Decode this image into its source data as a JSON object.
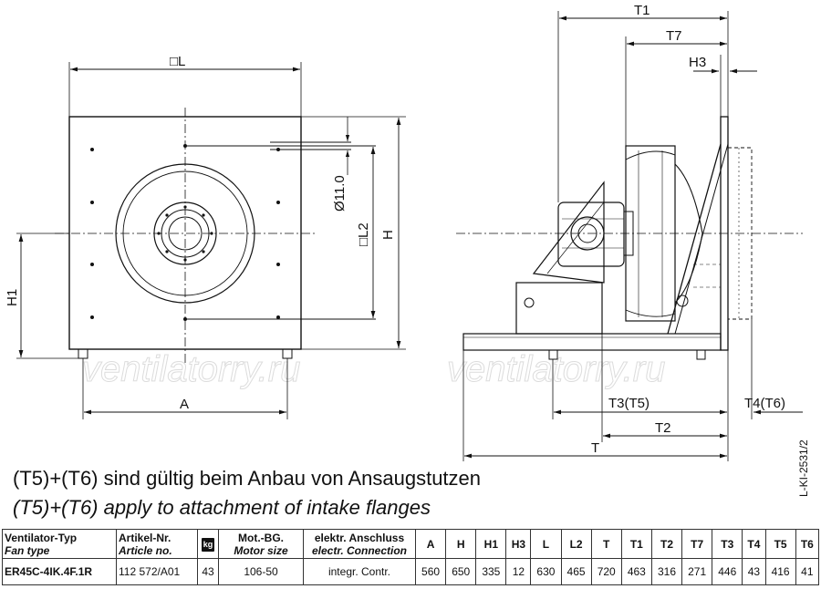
{
  "labels": {
    "L": "□L",
    "L2": "□L2",
    "H": "H",
    "H1": "H1",
    "A": "A",
    "dia": "Ø11.0",
    "T1": "T1",
    "T7": "T7",
    "H3": "H3",
    "T3T5": "T3(T5)",
    "T4T6": "T4(T6)",
    "T2": "T2",
    "T": "T"
  },
  "watermark": "ventilatorry.ru",
  "notes": {
    "de": "(T5)+(T6) sind gültig beim Anbau von Ansaugstutzen",
    "en": "(T5)+(T6) apply to attachment of intake flanges"
  },
  "doc_ref": "L-KI-2531/2",
  "table": {
    "headers": {
      "fan_type_de": "Ventilator-Typ",
      "fan_type_en": "Fan type",
      "article_de": "Artikel-Nr.",
      "article_en": "Article no.",
      "kg_icon": "kg",
      "motor_de": "Mot.-BG.",
      "motor_en": "Motor size",
      "conn_de": "elektr. Anschluss",
      "conn_en": "electr. Connection",
      "dims": [
        "A",
        "H",
        "H1",
        "H3",
        "L",
        "L2",
        "T",
        "T1",
        "T2",
        "T7",
        "T3",
        "T4",
        "T5",
        "T6"
      ]
    },
    "row": {
      "fan_type": "ER45C-4IK.4F.1R",
      "article": "112 572/A01",
      "kg": "43",
      "motor": "106-50",
      "conn": "integr. Contr.",
      "dims": [
        "560",
        "650",
        "335",
        "12",
        "630",
        "465",
        "720",
        "463",
        "316",
        "271",
        "446",
        "43",
        "416",
        "41"
      ]
    }
  }
}
